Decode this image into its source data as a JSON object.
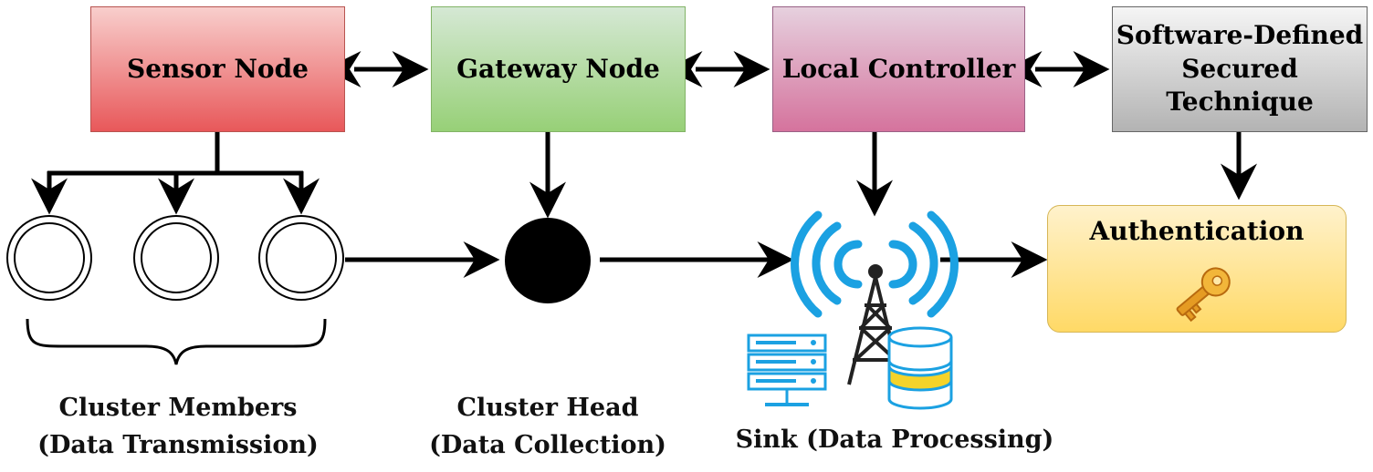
{
  "boxes": {
    "sensor_node": "Sensor Node",
    "gateway_node": "Gateway Node",
    "local_controller": "Local Controller",
    "sdst_line1": "Software-Defined",
    "sdst_line2": "Secured",
    "sdst_line3": "Technique",
    "authentication": "Authentication"
  },
  "labels": {
    "cluster_members_line1": "Cluster Members",
    "cluster_members_line2": "(Data Transmission)",
    "cluster_head_line1": "Cluster Head",
    "cluster_head_line2": "(Data Collection)",
    "sink": "Sink (Data Processing)"
  },
  "icons": [
    "key-icon",
    "antenna-tower-icon",
    "server-rack-icon",
    "database-icon"
  ],
  "colors": {
    "sensor": "#ea6b66",
    "gateway": "#97d077",
    "local": "#cd6fa0",
    "sdst": "#bdbdbd",
    "auth": "#ffd966",
    "wifi": "#1ba1e2",
    "arrow": "#000000"
  }
}
